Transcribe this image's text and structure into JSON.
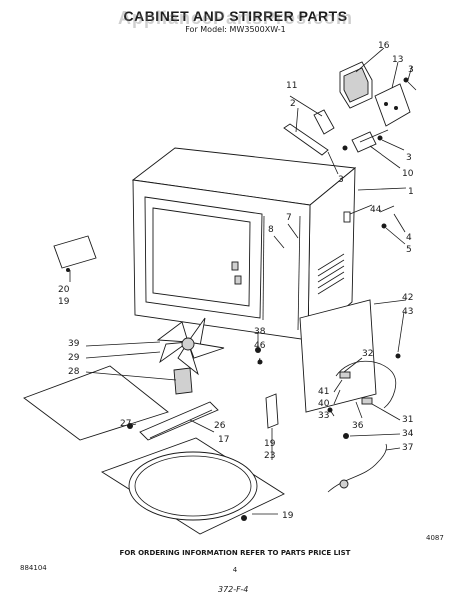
{
  "header": {
    "title": "CABINET AND STIRRER PARTS",
    "model_line": "For Model: MW3500XW-1",
    "watermark": "AppliancePartsPros.com"
  },
  "footer": {
    "ordering_note": "FOR ORDERING INFORMATION REFER TO PARTS PRICE LIST",
    "left_code": "884104",
    "page_number": "4",
    "right_code": "4087",
    "handwritten": "372-F-4"
  },
  "callouts": [
    "1",
    "2",
    "3",
    "3",
    "3",
    "4",
    "5",
    "7",
    "8",
    "10",
    "11",
    "13",
    "16",
    "17",
    "19",
    "19",
    "19",
    "20",
    "23",
    "26",
    "27",
    "28",
    "29",
    "31",
    "32",
    "33",
    "34",
    "36",
    "37",
    "38",
    "39",
    "40",
    "41",
    "42",
    "43",
    "44",
    "46"
  ]
}
